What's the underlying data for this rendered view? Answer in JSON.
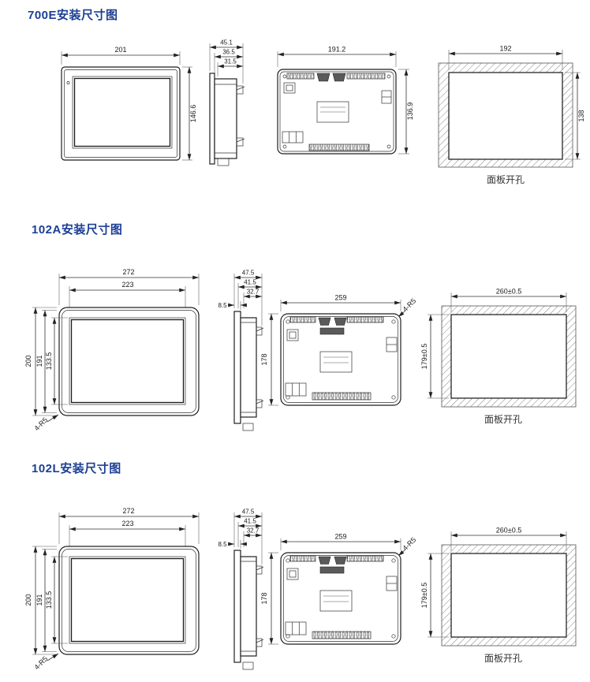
{
  "page": {
    "background": "#ffffff",
    "title_color": "#1c3f94",
    "line_color": "#333333"
  },
  "sections": [
    {
      "model": "700E",
      "title": "700E安装尺寸图",
      "front": {
        "width": "201",
        "height": "146.6"
      },
      "side": {
        "depth_total": "45.1",
        "depth_mid": "36.5",
        "depth_inner": "31.5"
      },
      "back": {
        "width": "191.2",
        "height": "136.9"
      },
      "cutout": {
        "width": "192",
        "height": "138",
        "label": "面板开孔"
      }
    },
    {
      "model": "102A",
      "title": "102A安装尺寸图",
      "front": {
        "outer_width": "272",
        "screen_width": "223",
        "outer_height": "200",
        "mid_height": "191",
        "screen_height": "133.5",
        "corner_radius": "4-R5"
      },
      "side": {
        "depth_total": "47.5",
        "depth_mid": "41.5",
        "depth_inner": "32.7",
        "bezel": "8.5"
      },
      "back": {
        "width": "259",
        "height": "178",
        "corner_radius": "4-R5"
      },
      "cutout": {
        "width": "260±0.5",
        "height": "179±0.5",
        "label": "面板开孔"
      }
    },
    {
      "model": "102L",
      "title": "102L安装尺寸图",
      "front": {
        "outer_width": "272",
        "screen_width": "223",
        "outer_height": "200",
        "mid_height": "191",
        "screen_height": "133.5",
        "corner_radius": "4-R5"
      },
      "side": {
        "depth_total": "47.5",
        "depth_mid": "41.5",
        "depth_inner": "32.7",
        "bezel": "8.5"
      },
      "back": {
        "width": "259",
        "height": "178",
        "corner_radius": "4-R5"
      },
      "cutout": {
        "width": "260±0.5",
        "height": "179±0.5",
        "label": "面板开孔"
      }
    }
  ]
}
